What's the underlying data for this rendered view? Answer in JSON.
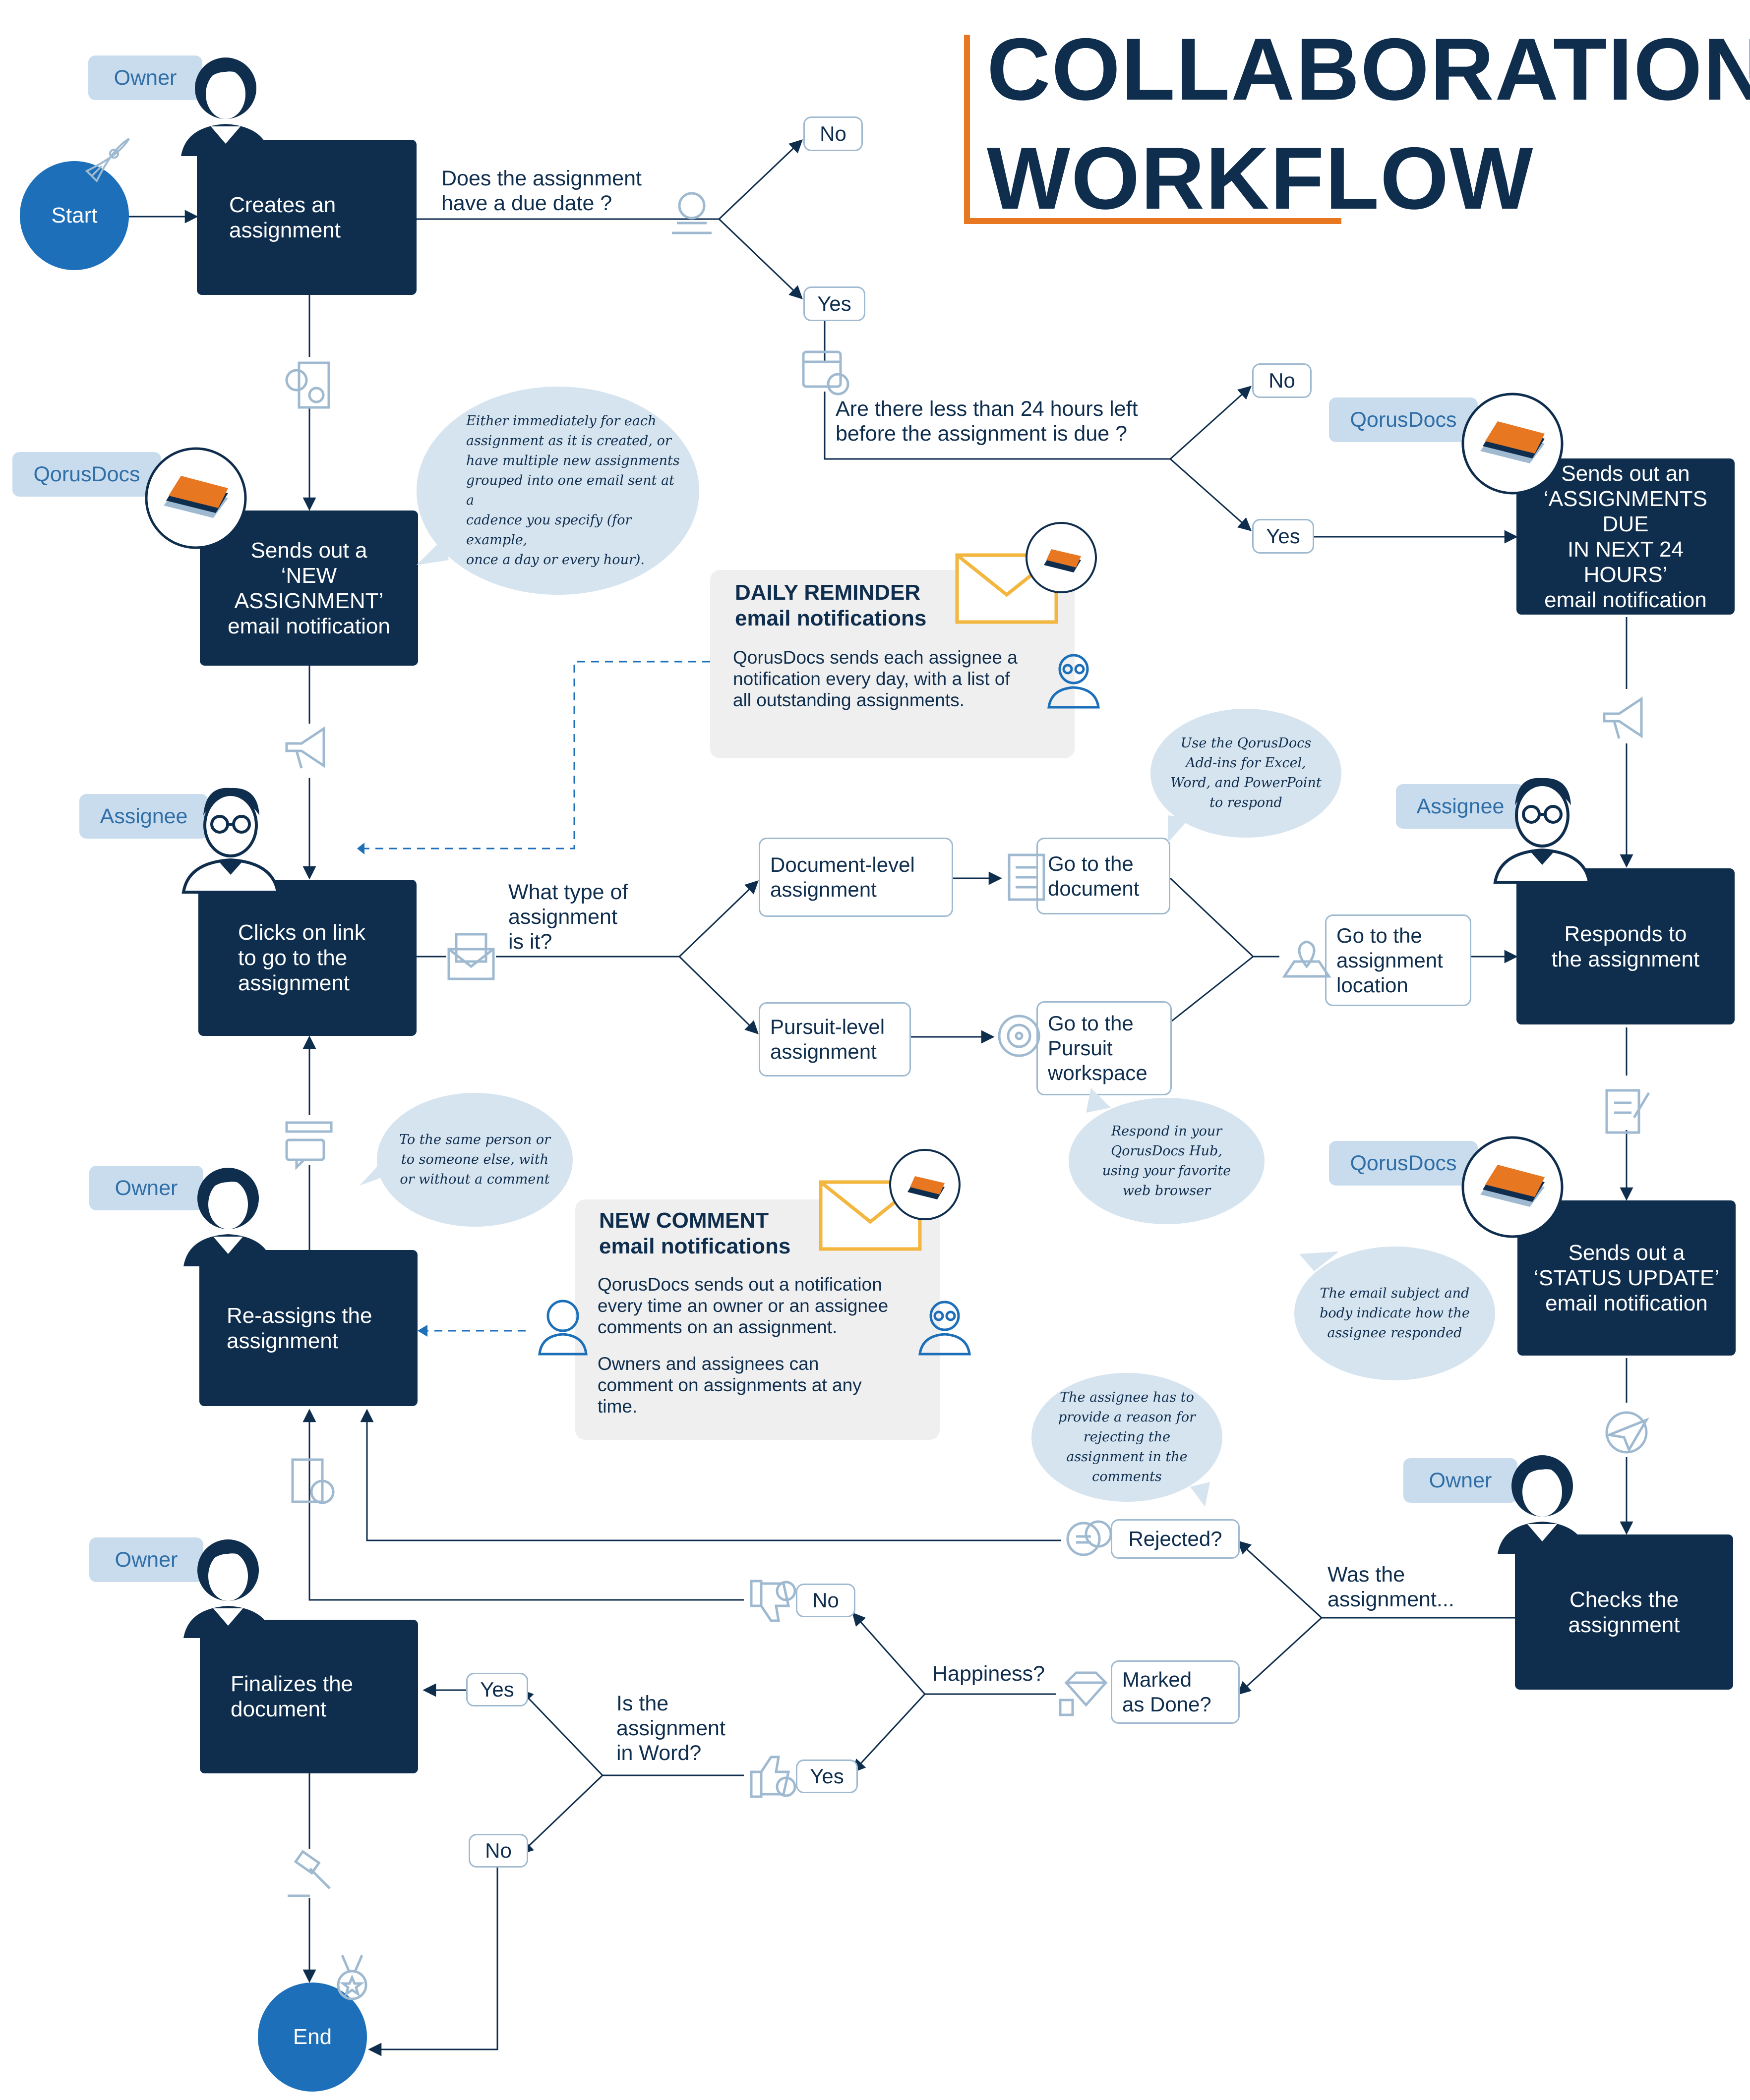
{
  "title": "COLLABORATION\nWORKFLOW",
  "colors": {
    "navy": "#0f2e4e",
    "blue": "#1c6fb8",
    "orange": "#e87722",
    "light_blue": "#c9dcee",
    "panel_gray": "#efefef"
  },
  "start": "Start",
  "end": "End",
  "roles": {
    "owner": "Owner",
    "qorusdocs": "QorusDocs",
    "assignee": "Assignee"
  },
  "steps": {
    "creates": "Creates an\nassignment",
    "sends_new": "Sends out a\n‘NEW ASSIGNMENT’\nemail notification",
    "clicks": "Clicks on link\nto go to the\nassignment",
    "reassigns": "Re-assigns the\nassignment",
    "finalizes": "Finalizes the\ndocument",
    "sends_due": "Sends out an\n‘ASSIGNMENTS DUE\nIN NEXT 24 HOURS’\nemail notification",
    "responds": "Responds to\nthe assignment",
    "sends_status": "Sends out a\n‘STATUS UPDATE’\nemail notification",
    "checks": "Checks the\nassignment"
  },
  "questions": {
    "due_date": "Does the assignment\nhave a due date ?",
    "less_24": "Are there less than 24 hours left\nbefore the assignment is due ?",
    "type": "What type of\nassignment\nis it?",
    "was_the": "Was the\nassignment...",
    "happiness": "Happiness?",
    "in_word": "Is the\nassignment\nin Word?"
  },
  "options": {
    "no": "No",
    "yes": "Yes",
    "doc_level": "Document-level\nassignment",
    "pursuit_level": "Pursuit-level\nassignment",
    "go_doc": "Go to the\ndocument",
    "go_pursuit": "Go to the\nPursuit\nworkspace",
    "go_location": "Go to the\nassignment\nlocation",
    "rejected": "Rejected?",
    "marked_done": "Marked\nas Done?"
  },
  "bubbles": {
    "new_assignment": "Either immediately for each\nassignment as it is created, or\nhave multiple new assignments\ngrouped into one email sent at a\ncadence you specify (for example,\nonce a day or every hour).",
    "addins": "Use the QorusDocs\nAdd-ins for Excel,\nWord, and PowerPoint\nto respond",
    "hub": "Respond in your\nQorusDocs Hub,\nusing your favorite\nweb browser",
    "reassign": "To the same person or\nto someone else, with\nor without a comment",
    "status": "The email subject and\nbody indicate how the\nassignee responded",
    "reason": "The assignee has to\nprovide a reason for\nrejecting the\nassignment in the\ncomments"
  },
  "panels": {
    "daily": {
      "title": "DAILY REMINDER\nemail notifications",
      "text": "QorusDocs sends each assignee a\nnotification every day, with a list of\nall outstanding assignments."
    },
    "comment": {
      "title": "NEW COMMENT\nemail notifications",
      "text1": "QorusDocs sends out a notification\nevery time an owner or an assignee\ncomments on an assignment.",
      "text2": "Owners and assignees can\ncomment on assignments at any\ntime."
    }
  },
  "icons": [
    "rocket-icon",
    "gear-document-icon",
    "megaphone-icon",
    "envelope-doc-icon",
    "pencil-chat-icon",
    "document-refresh-icon",
    "gavel-icon",
    "medal-icon",
    "lightbulb-hand-icon",
    "calendar-clock-icon",
    "document-icon",
    "target-icon",
    "map-pin-icon",
    "edit-form-icon",
    "paper-plane-icon",
    "chat-icon",
    "thumbs-down-icon",
    "thumbs-up-icon",
    "diamond-icon",
    "envelope-icon",
    "qorusdocs-logo-icon",
    "person-icon"
  ]
}
